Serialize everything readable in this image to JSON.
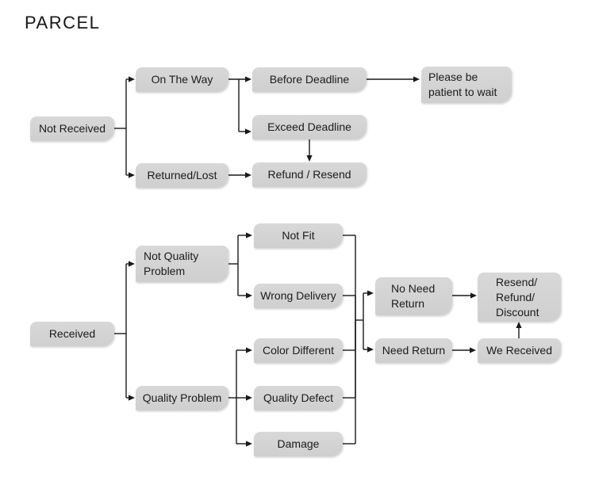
{
  "title": "PARCEL",
  "colors": {
    "background": "#ffffff",
    "box_fill": "#d4d4d4",
    "line": "#1a1a1a",
    "text": "#1b1b1b"
  },
  "diagram": {
    "nodes": [
      {
        "id": "not-received",
        "label": "Not Received"
      },
      {
        "id": "on-the-way",
        "label": "On The Way"
      },
      {
        "id": "before-deadline",
        "label": "Before Deadline"
      },
      {
        "id": "please-wait",
        "label": "Please be\npatient to wait"
      },
      {
        "id": "exceed-deadline",
        "label": "Exceed Deadline"
      },
      {
        "id": "returned-lost",
        "label": "Returned/Lost"
      },
      {
        "id": "refund-resend",
        "label": "Refund / Resend"
      },
      {
        "id": "received",
        "label": "Received"
      },
      {
        "id": "not-quality-problem",
        "label": "Not Quality\nProblem"
      },
      {
        "id": "quality-problem",
        "label": "Quality Problem"
      },
      {
        "id": "not-fit",
        "label": "Not Fit"
      },
      {
        "id": "wrong-delivery",
        "label": "Wrong Delivery"
      },
      {
        "id": "color-different",
        "label": "Color Different"
      },
      {
        "id": "quality-defect",
        "label": "Quality Defect"
      },
      {
        "id": "damage",
        "label": "Damage"
      },
      {
        "id": "no-need-return",
        "label": "No Need\nReturn"
      },
      {
        "id": "need-return",
        "label": "Need Return"
      },
      {
        "id": "resend-refund-discount",
        "label": "Resend/\nRefund/\nDiscount"
      },
      {
        "id": "we-received",
        "label": "We Received"
      }
    ],
    "edges": [
      {
        "from": "not-received",
        "to": "on-the-way"
      },
      {
        "from": "not-received",
        "to": "returned-lost"
      },
      {
        "from": "on-the-way",
        "to": "before-deadline"
      },
      {
        "from": "on-the-way",
        "to": "exceed-deadline"
      },
      {
        "from": "before-deadline",
        "to": "please-wait"
      },
      {
        "from": "exceed-deadline",
        "to": "refund-resend"
      },
      {
        "from": "returned-lost",
        "to": "refund-resend"
      },
      {
        "from": "received",
        "to": "not-quality-problem"
      },
      {
        "from": "received",
        "to": "quality-problem"
      },
      {
        "from": "not-quality-problem",
        "to": "not-fit"
      },
      {
        "from": "not-quality-problem",
        "to": "wrong-delivery"
      },
      {
        "from": "quality-problem",
        "to": "color-different"
      },
      {
        "from": "quality-problem",
        "to": "quality-defect"
      },
      {
        "from": "quality-problem",
        "to": "damage"
      },
      {
        "from": "not-fit",
        "to": "outcomes-junction"
      },
      {
        "from": "wrong-delivery",
        "to": "outcomes-junction"
      },
      {
        "from": "color-different",
        "to": "outcomes-junction"
      },
      {
        "from": "quality-defect",
        "to": "outcomes-junction"
      },
      {
        "from": "damage",
        "to": "outcomes-junction"
      },
      {
        "from": "outcomes-junction",
        "to": "no-need-return"
      },
      {
        "from": "outcomes-junction",
        "to": "need-return"
      },
      {
        "from": "no-need-return",
        "to": "resend-refund-discount"
      },
      {
        "from": "need-return",
        "to": "we-received"
      },
      {
        "from": "we-received",
        "to": "resend-refund-discount"
      }
    ]
  }
}
